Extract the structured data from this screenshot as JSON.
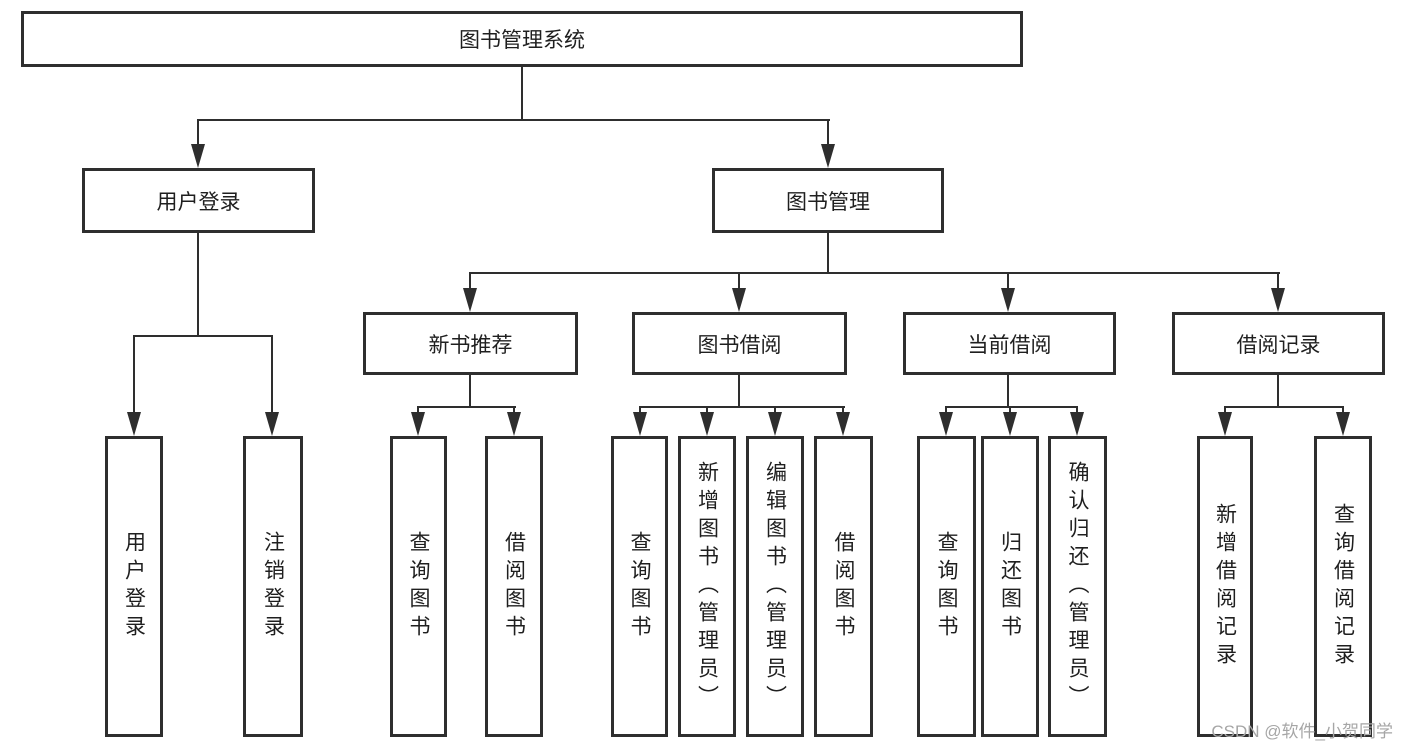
{
  "diagram": {
    "root": {
      "label": "图书管理系统"
    },
    "branches": [
      {
        "label": "用户登录",
        "children": [
          {
            "label": "用户登录"
          },
          {
            "label": "注销登录"
          }
        ]
      },
      {
        "label": "图书管理",
        "groups": [
          {
            "label": "新书推荐",
            "children": [
              {
                "label": "查询图书"
              },
              {
                "label": "借阅图书"
              }
            ]
          },
          {
            "label": "图书借阅",
            "children": [
              {
                "label": "查询图书"
              },
              {
                "label": "新增图书（管理员）"
              },
              {
                "label": "编辑图书（管理员）"
              },
              {
                "label": "借阅图书"
              }
            ]
          },
          {
            "label": "当前借阅",
            "children": [
              {
                "label": "查询图书"
              },
              {
                "label": "归还图书"
              },
              {
                "label": "确认归还（管理员）"
              }
            ]
          },
          {
            "label": "借阅记录",
            "children": [
              {
                "label": "新增借阅记录"
              },
              {
                "label": "查询借阅记录"
              }
            ]
          }
        ]
      }
    ]
  },
  "watermark": {
    "text": "CSDN @软件_小贺同学"
  },
  "colors": {
    "line": "#2e2e2e",
    "text": "#1f1f1f",
    "background": "#ffffff",
    "watermark": "#a6a6a6"
  }
}
